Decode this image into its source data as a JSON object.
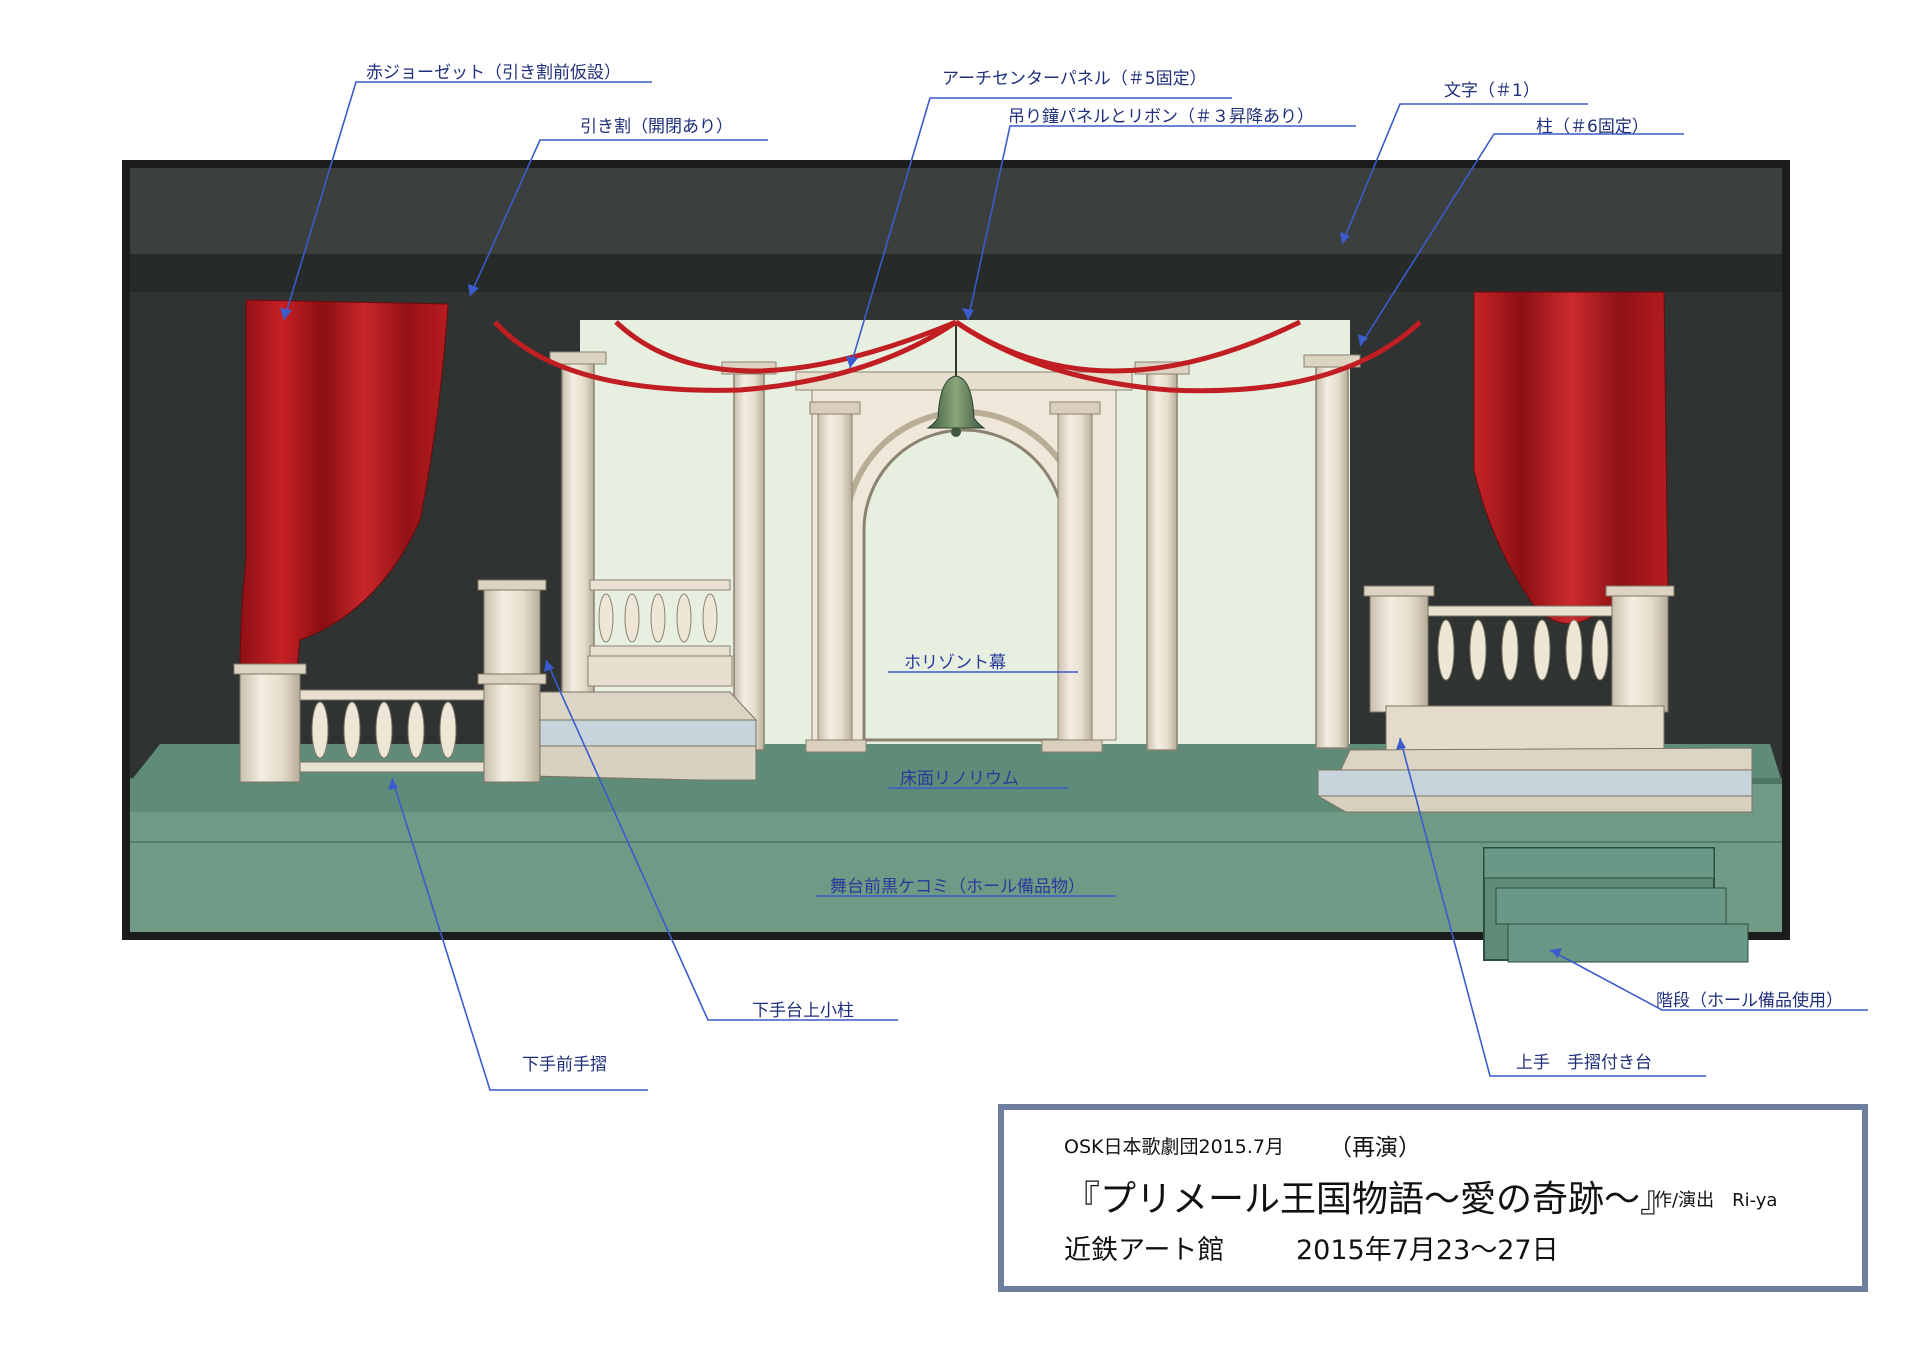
{
  "annotations": {
    "red_georgette": "赤ジョーゼット（引き割前仮設）",
    "split_curtain": "引き割（開閉あり）",
    "arch_center_panel": "アーチセンターパネル（＃5固定）",
    "bell_panel_ribbon": "吊り鐘パネルとリボン（＃３昇降あり）",
    "lettering": "文字（＃1）",
    "pillars": "柱（＃6固定）",
    "horizont": "ホリゾント幕",
    "floor_linoleum": "床面リノリウム",
    "stage_front_black": "舞台前黒ケコミ（ホール備品物）",
    "stairs": "階段（ホール備品使用）",
    "stage_left_small_pillar": "下手台上小柱",
    "stage_left_front_rail": "下手前手摺",
    "stage_right_platform": "上手　手摺付き台"
  },
  "title_block": {
    "company": "OSK日本歌劇団2015.7月",
    "revival": "（再演）",
    "show_title": "『プリメール王国物語～愛の奇跡～』",
    "credit": "作/演出　Ri-ya",
    "venue": "近鉄アート館",
    "dates": "2015年7月23～27日"
  },
  "colors": {
    "label_blue": "#1f2f7a",
    "leader_blue": "#3a5ccc",
    "curtain_red": "#b2181c",
    "stage_floor": "#5f8c78",
    "stage_front": "#6f9a85",
    "back_wall": "#2c302f",
    "cyclorama": "#e6efe0",
    "marble": "#eae3d6",
    "frame_grey": "#6e7e9e"
  }
}
